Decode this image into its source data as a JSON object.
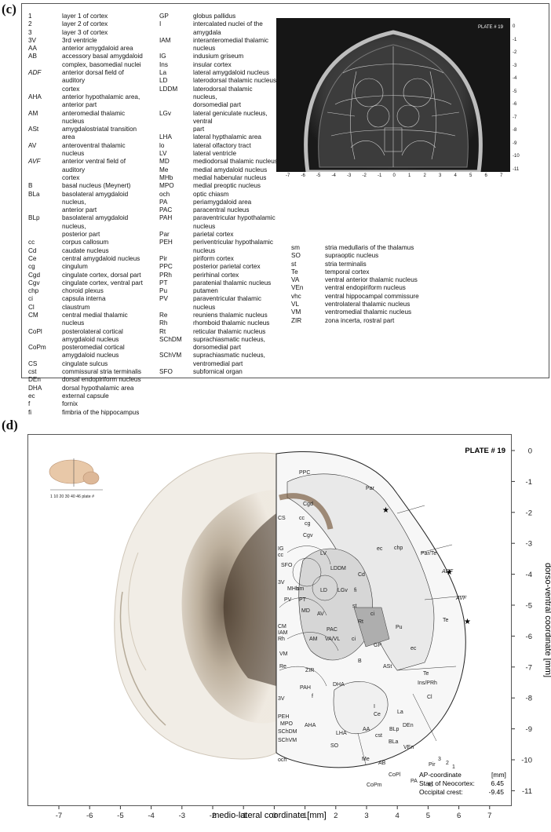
{
  "panel_c": {
    "label": "(c)",
    "legend_columns": [
      [
        [
          "1",
          "layer 1 of cortex",
          false
        ],
        [
          "2",
          "layer 2 of cortex",
          false
        ],
        [
          "3",
          "layer 3 of cortex",
          false
        ],
        [
          "3V",
          "3rd ventricle",
          false
        ],
        [
          "AA",
          "anterior amygdaloid area",
          false
        ],
        [
          "AB",
          "accessory basal amygdaloid",
          false
        ],
        [
          "",
          "complex, basomedial nuclei",
          false
        ],
        [
          "ADF",
          "anterior dorsal field of auditory",
          true
        ],
        [
          "",
          "cortex",
          false
        ],
        [
          "AHA",
          "anterior hypothalamic area,",
          false
        ],
        [
          "",
          "anterior    part",
          false
        ],
        [
          "AM",
          "anteromedial thalamic nucleus",
          false
        ],
        [
          "ASt",
          "amygdalostriatal transition area",
          false
        ],
        [
          "AV",
          "anteroventral thalamic nucleus",
          false
        ],
        [
          "AVF",
          "anterior ventral field of auditory",
          true
        ],
        [
          "",
          "cortex",
          false
        ],
        [
          "B",
          "basal nucleus (Meynert)",
          false
        ],
        [
          "BLa",
          "basolateral amygdaloid nucleus,",
          false
        ],
        [
          "",
          "anterior part",
          false
        ],
        [
          "BLp",
          "basolateral amygdaloid nucleus,",
          false
        ],
        [
          "",
          "posterior part",
          false
        ],
        [
          "cc",
          "corpus callosum",
          false
        ],
        [
          "Cd",
          "caudate nucleus",
          false
        ],
        [
          "Ce",
          "central amygdaloid nucleus",
          false
        ],
        [
          "cg",
          "cingulum",
          false
        ],
        [
          "Cgd",
          "cingulate cortex, dorsal part",
          false
        ],
        [
          "Cgv",
          "cingulate cortex, ventral part",
          false
        ],
        [
          "chp",
          "choroid plexus",
          false
        ],
        [
          "ci",
          "capsula interna",
          false
        ],
        [
          "Cl",
          "claustrum",
          false
        ],
        [
          "CM",
          "central medial thalamic nucleus",
          false
        ],
        [
          "CoPl",
          "posterolateral cortical",
          false
        ],
        [
          "",
          "amygdaloid nucleus",
          false
        ],
        [
          "CoPm",
          "posteromedial cortical",
          false
        ],
        [
          "",
          "amygdaloid nucleus",
          false
        ],
        [
          "CS",
          "cingulate sulcus",
          false
        ],
        [
          "cst",
          "commissural stria terminalis",
          false
        ],
        [
          "DEn",
          "dorsal endopiriform nucleus",
          false
        ],
        [
          "DHA",
          "dorsal hypothalamic area",
          false
        ],
        [
          "ec",
          "external capsule",
          false
        ],
        [
          "f",
          "fornix",
          false
        ],
        [
          "fi",
          "fimbria of the hippocampus",
          false
        ]
      ],
      [
        [
          "GP",
          "globus pallidus",
          false
        ],
        [
          "I",
          "intercalated nuclei of the",
          false
        ],
        [
          "",
          "amygdala",
          false
        ],
        [
          "IAM",
          "interanteromedial thalamic",
          false
        ],
        [
          "",
          "nucleus",
          false
        ],
        [
          "IG",
          "indusium griseum",
          false
        ],
        [
          "Ins",
          "insular cortex",
          false
        ],
        [
          "La",
          "lateral amygdaloid nucleus",
          false
        ],
        [
          "LD",
          "laterodorsal thalamic nucleus",
          false
        ],
        [
          "LDDM",
          "laterodorsal thalamic nucleus,",
          false
        ],
        [
          "",
          "dorsomedial part",
          false
        ],
        [
          "LGv",
          "lateral geniculate nucleus, ventral",
          false
        ],
        [
          "",
          "part",
          false
        ],
        [
          "LHA",
          "lateral hypthalamic area",
          false
        ],
        [
          "lo",
          "lateral olfactory tract",
          false
        ],
        [
          "LV",
          "lateral ventricle",
          false
        ],
        [
          "MD",
          "mediodorsal thalamic nucleus",
          false
        ],
        [
          "Me",
          "medial amydaloid nucleus",
          false
        ],
        [
          "MHb",
          "medial habenular nucleus",
          false
        ],
        [
          "MPO",
          "medial preoptic nucleus",
          false
        ],
        [
          "och",
          "optic chiasm",
          false
        ],
        [
          "PA",
          "periamygdaloid area",
          false
        ],
        [
          "PAC",
          "paracentral nucleus",
          false
        ],
        [
          "PAH",
          "paraventricular hypothalamic",
          false
        ],
        [
          "",
          "nucleus",
          false
        ],
        [
          "Par",
          "parietal cortex",
          false
        ],
        [
          "PEH",
          "periventricular hypothalamic",
          false
        ],
        [
          "",
          "nucleus",
          false
        ],
        [
          "Pir",
          "piriform cortex",
          false
        ],
        [
          "PPC",
          "posterior parietal cortex",
          false
        ],
        [
          "PRh",
          "perirhinal cortex",
          false
        ],
        [
          "PT",
          "paratenial thalamic nucleus",
          false
        ],
        [
          "Pu",
          "putamen",
          false
        ],
        [
          "PV",
          "paraventricular thalamic nucleus",
          false
        ],
        [
          "Re",
          "reuniens thalamic nucleus",
          false
        ],
        [
          "Rh",
          "rhomboid thalamic nucleus",
          false
        ],
        [
          "Rt",
          "reticular thalamic nucleus",
          false
        ],
        [
          "SChDM",
          "suprachiasmatic nucleus,",
          false
        ],
        [
          "",
          "dorsomedial part",
          false
        ],
        [
          "SChVM",
          "suprachiasmatic nucleus,",
          false
        ],
        [
          "",
          "ventromedial part",
          false
        ],
        [
          "SFO",
          "subfornical organ",
          false
        ]
      ],
      [
        [
          "sm",
          "stria medullaris of the thalamus",
          false
        ],
        [
          "SO",
          "supraoptic nucleus",
          false
        ],
        [
          "st",
          "stria terminalis",
          false
        ],
        [
          "Te",
          "temporal cortex",
          false
        ],
        [
          "VA",
          "ventral anterior thalamic nucleus",
          false
        ],
        [
          "VEn",
          "ventral endopiriform nucleus",
          false
        ],
        [
          "vhc",
          "ventral hippocampal commissure",
          false
        ],
        [
          "VL",
          "ventrolateral thalamic nucleus",
          false
        ],
        [
          "VM",
          "ventromedial thalamic nucleus",
          false
        ],
        [
          "ZIR",
          "zona incerta, rostral part",
          false
        ]
      ]
    ],
    "ct_plate_label": "PLATE #   19",
    "ct_x_ticks": [
      "-7",
      "-6",
      "-5",
      "-4",
      "-3",
      "-2",
      "-1",
      "0",
      "1",
      "2",
      "3",
      "4",
      "5",
      "6",
      "7"
    ],
    "ct_y_ticks": [
      "0",
      "-1",
      "-2",
      "-3",
      "-4",
      "-5",
      "-6",
      "-7",
      "-8",
      "-9",
      "-10",
      "-11"
    ]
  },
  "panel_d": {
    "label": "(d)",
    "plate_label": "PLATE # 19",
    "x_axis_title": "medio-lateral coordinate [mm]",
    "y_axis_title": "dorso-ventral coordinate [mm]",
    "x_ticks": [
      "-7",
      "-6",
      "-5",
      "-4",
      "-3",
      "-2",
      "-1",
      "0",
      "1",
      "2",
      "3",
      "4",
      "5",
      "6",
      "7"
    ],
    "y_ticks": [
      "0",
      "-1",
      "-2",
      "-3",
      "-4",
      "-5",
      "-6",
      "-7",
      "-8",
      "-9",
      "-10",
      "-11"
    ],
    "inset_scale_labels": "1   10   20   30   40   46 plate #",
    "ap_coordinate_label": "AP-coordinate",
    "ap_unit": "[mm]",
    "neocortex_label": "Start of Neocortex:",
    "neocortex_value": "6.45",
    "occipital_label": "Occipital crest:",
    "occipital_value": "-9.45",
    "region_labels": [
      "PPC",
      "Cgd",
      "Par",
      "CS",
      "cg",
      "cc",
      "Cgv",
      "ADF",
      "Par/Te",
      "IG",
      "cc",
      "SFO",
      "LV",
      "ec",
      "chp",
      "LDDM",
      "Cd",
      "3V",
      "AVF",
      "MHb",
      "sm",
      "LD",
      "LGv",
      "fi",
      "PV",
      "PT",
      "MD",
      "AV",
      "st",
      "Te",
      "PAC",
      "Rt",
      "ci",
      "Pu",
      "CM",
      "IAM",
      "Rh",
      "AM",
      "VA/VL",
      "ci",
      "GP",
      "ec",
      "Te",
      "VM",
      "B",
      "ASt",
      "Re",
      "ZIR",
      "Ins/PRh",
      "PAH",
      "DHA",
      "3V",
      "f",
      "Cl",
      "I",
      "La",
      "Ce",
      "PEH",
      "MPO",
      "AHA",
      "LHA",
      "AA",
      "cst",
      "BLp",
      "DEn",
      "SChDM",
      "BLa",
      "VEn",
      "SChVM",
      "SO",
      "Me",
      "AB",
      "CoPl",
      "Pir",
      "3",
      "2",
      "1",
      "och",
      "PA",
      "CoPm",
      "lo"
    ]
  }
}
